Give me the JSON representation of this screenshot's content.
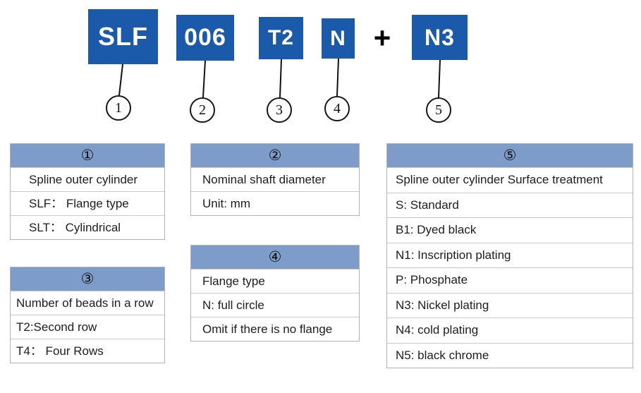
{
  "product_code": {
    "boxes": [
      {
        "label": "SLF",
        "digit": "1"
      },
      {
        "label": "006",
        "digit": "2"
      },
      {
        "label": "T2",
        "digit": "3"
      },
      {
        "label": "N",
        "digit": "4"
      },
      {
        "label": "N3",
        "digit": "5"
      }
    ],
    "plus": "+"
  },
  "tables": [
    {
      "header": "①",
      "rows": [
        "Spline outer cylinder",
        "SLF： Flange type",
        "SLT： Cylindrical"
      ]
    },
    {
      "header": "②",
      "rows": [
        "Nominal shaft diameter",
        "Unit: mm"
      ]
    },
    {
      "header": "③",
      "rows": [
        "Number of beads in a row",
        "T2:Second row",
        "T4： Four Rows"
      ]
    },
    {
      "header": "④",
      "rows": [
        "Flange type",
        "N: full circle",
        "Omit if there is no flange"
      ]
    },
    {
      "header": "⑤",
      "rows": [
        "Spline outer cylinder Surface treatment",
        "S: Standard",
        "B1: Dyed black",
        "N1: Inscription plating",
        "P: Phosphate",
        "N3: Nickel plating",
        "N4: cold plating",
        "N5: black chrome"
      ]
    }
  ],
  "colors": {
    "code_box_blue": "#1b5aab",
    "table_header_blue": "#7d9cc9",
    "line_black": "#111111"
  }
}
